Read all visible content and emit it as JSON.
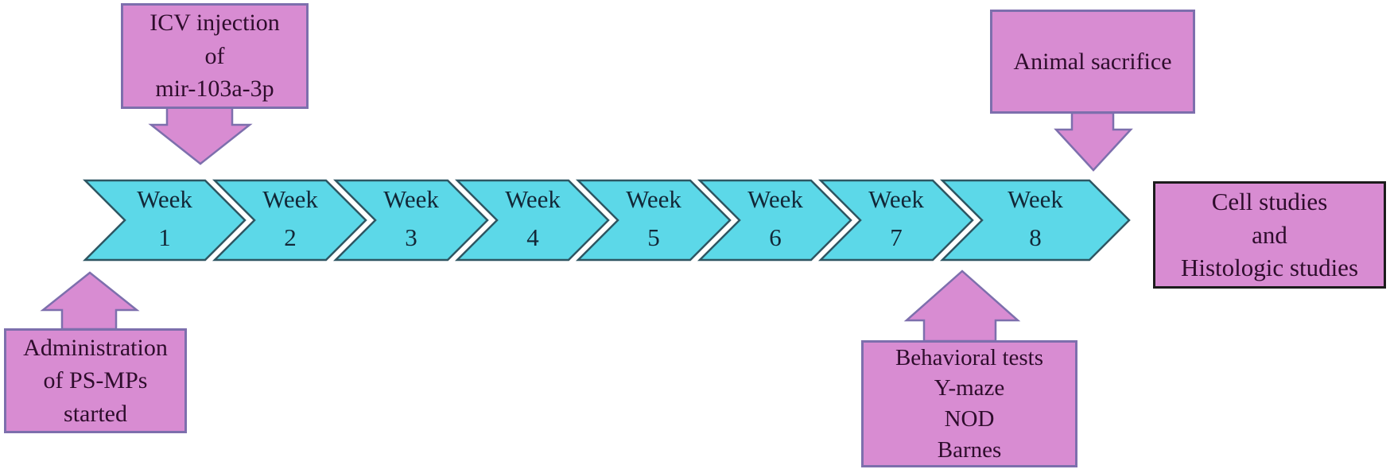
{
  "timeline": {
    "weeks": [
      {
        "word": "Week",
        "number": "1"
      },
      {
        "word": "Week",
        "number": "2"
      },
      {
        "word": "Week",
        "number": "3"
      },
      {
        "word": "Week",
        "number": "4"
      },
      {
        "word": "Week",
        "number": "5"
      },
      {
        "word": "Week",
        "number": "6"
      },
      {
        "word": "Week",
        "number": "7"
      },
      {
        "word": "Week",
        "number": "8"
      }
    ]
  },
  "annotations": {
    "icv_injection": {
      "lines": [
        "ICV injection",
        "of",
        "mir-103a-3p"
      ]
    },
    "administration": {
      "lines": [
        "Administration",
        "of PS-MPs",
        "started"
      ]
    },
    "animal_sacrifice": {
      "lines": [
        "Animal sacrifice"
      ]
    },
    "behavioral_tests": {
      "lines": [
        "Behavioral tests",
        "Y-maze",
        "NOD",
        "Barnes"
      ]
    },
    "outcome": {
      "lines": [
        "Cell studies",
        "and",
        "Histologic studies"
      ]
    }
  },
  "colors": {
    "chevron_fill": "#5cd8e8",
    "chevron_border": "#2e5662",
    "box_fill": "#d88cd2",
    "box_border": "#7d6fad",
    "outcome_box_border": "#1c1c1c",
    "text_dark": "#2e0d2c",
    "background": "#ffffff"
  }
}
